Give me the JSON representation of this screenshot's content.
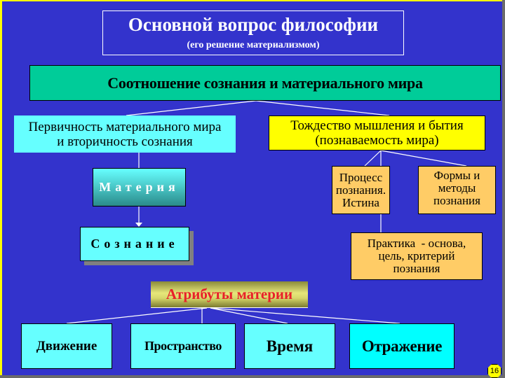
{
  "slide": {
    "title": "Основной вопрос философии",
    "subtitle": "(его решение материализмом)",
    "central": "Соотношение сознания и материального мира",
    "left_branch": {
      "label_line1": "Первичность материального мира",
      "label_line2": "и вторичность сознания",
      "matter": "Материя",
      "consciousness": "Сознание"
    },
    "right_branch": {
      "label_line1": "Тождество мышления и бытия",
      "label_line2": "(познаваемость мира)",
      "process_line1": "Процесс",
      "process_line2": "познания.",
      "process_line3": "Истина",
      "forms_line1": "Формы и",
      "forms_line2": "методы",
      "forms_line3": "познания",
      "practice_line1": "Практика  - основа,",
      "practice_line2": "цель, критерий",
      "practice_line3": "познания"
    },
    "attributes": {
      "title": "Атрибуты материи",
      "items": [
        "Движение",
        "Пространство",
        "Время",
        "Отражение"
      ]
    },
    "page_number": "16"
  },
  "colors": {
    "background": "#3333cc",
    "frame": "#ffff00",
    "central_box": "#00cc99",
    "cyan_box": "#66ffff",
    "yellow_box": "#ffff00",
    "orange_box": "#ffcc66",
    "attributes_text": "#e8202a"
  }
}
